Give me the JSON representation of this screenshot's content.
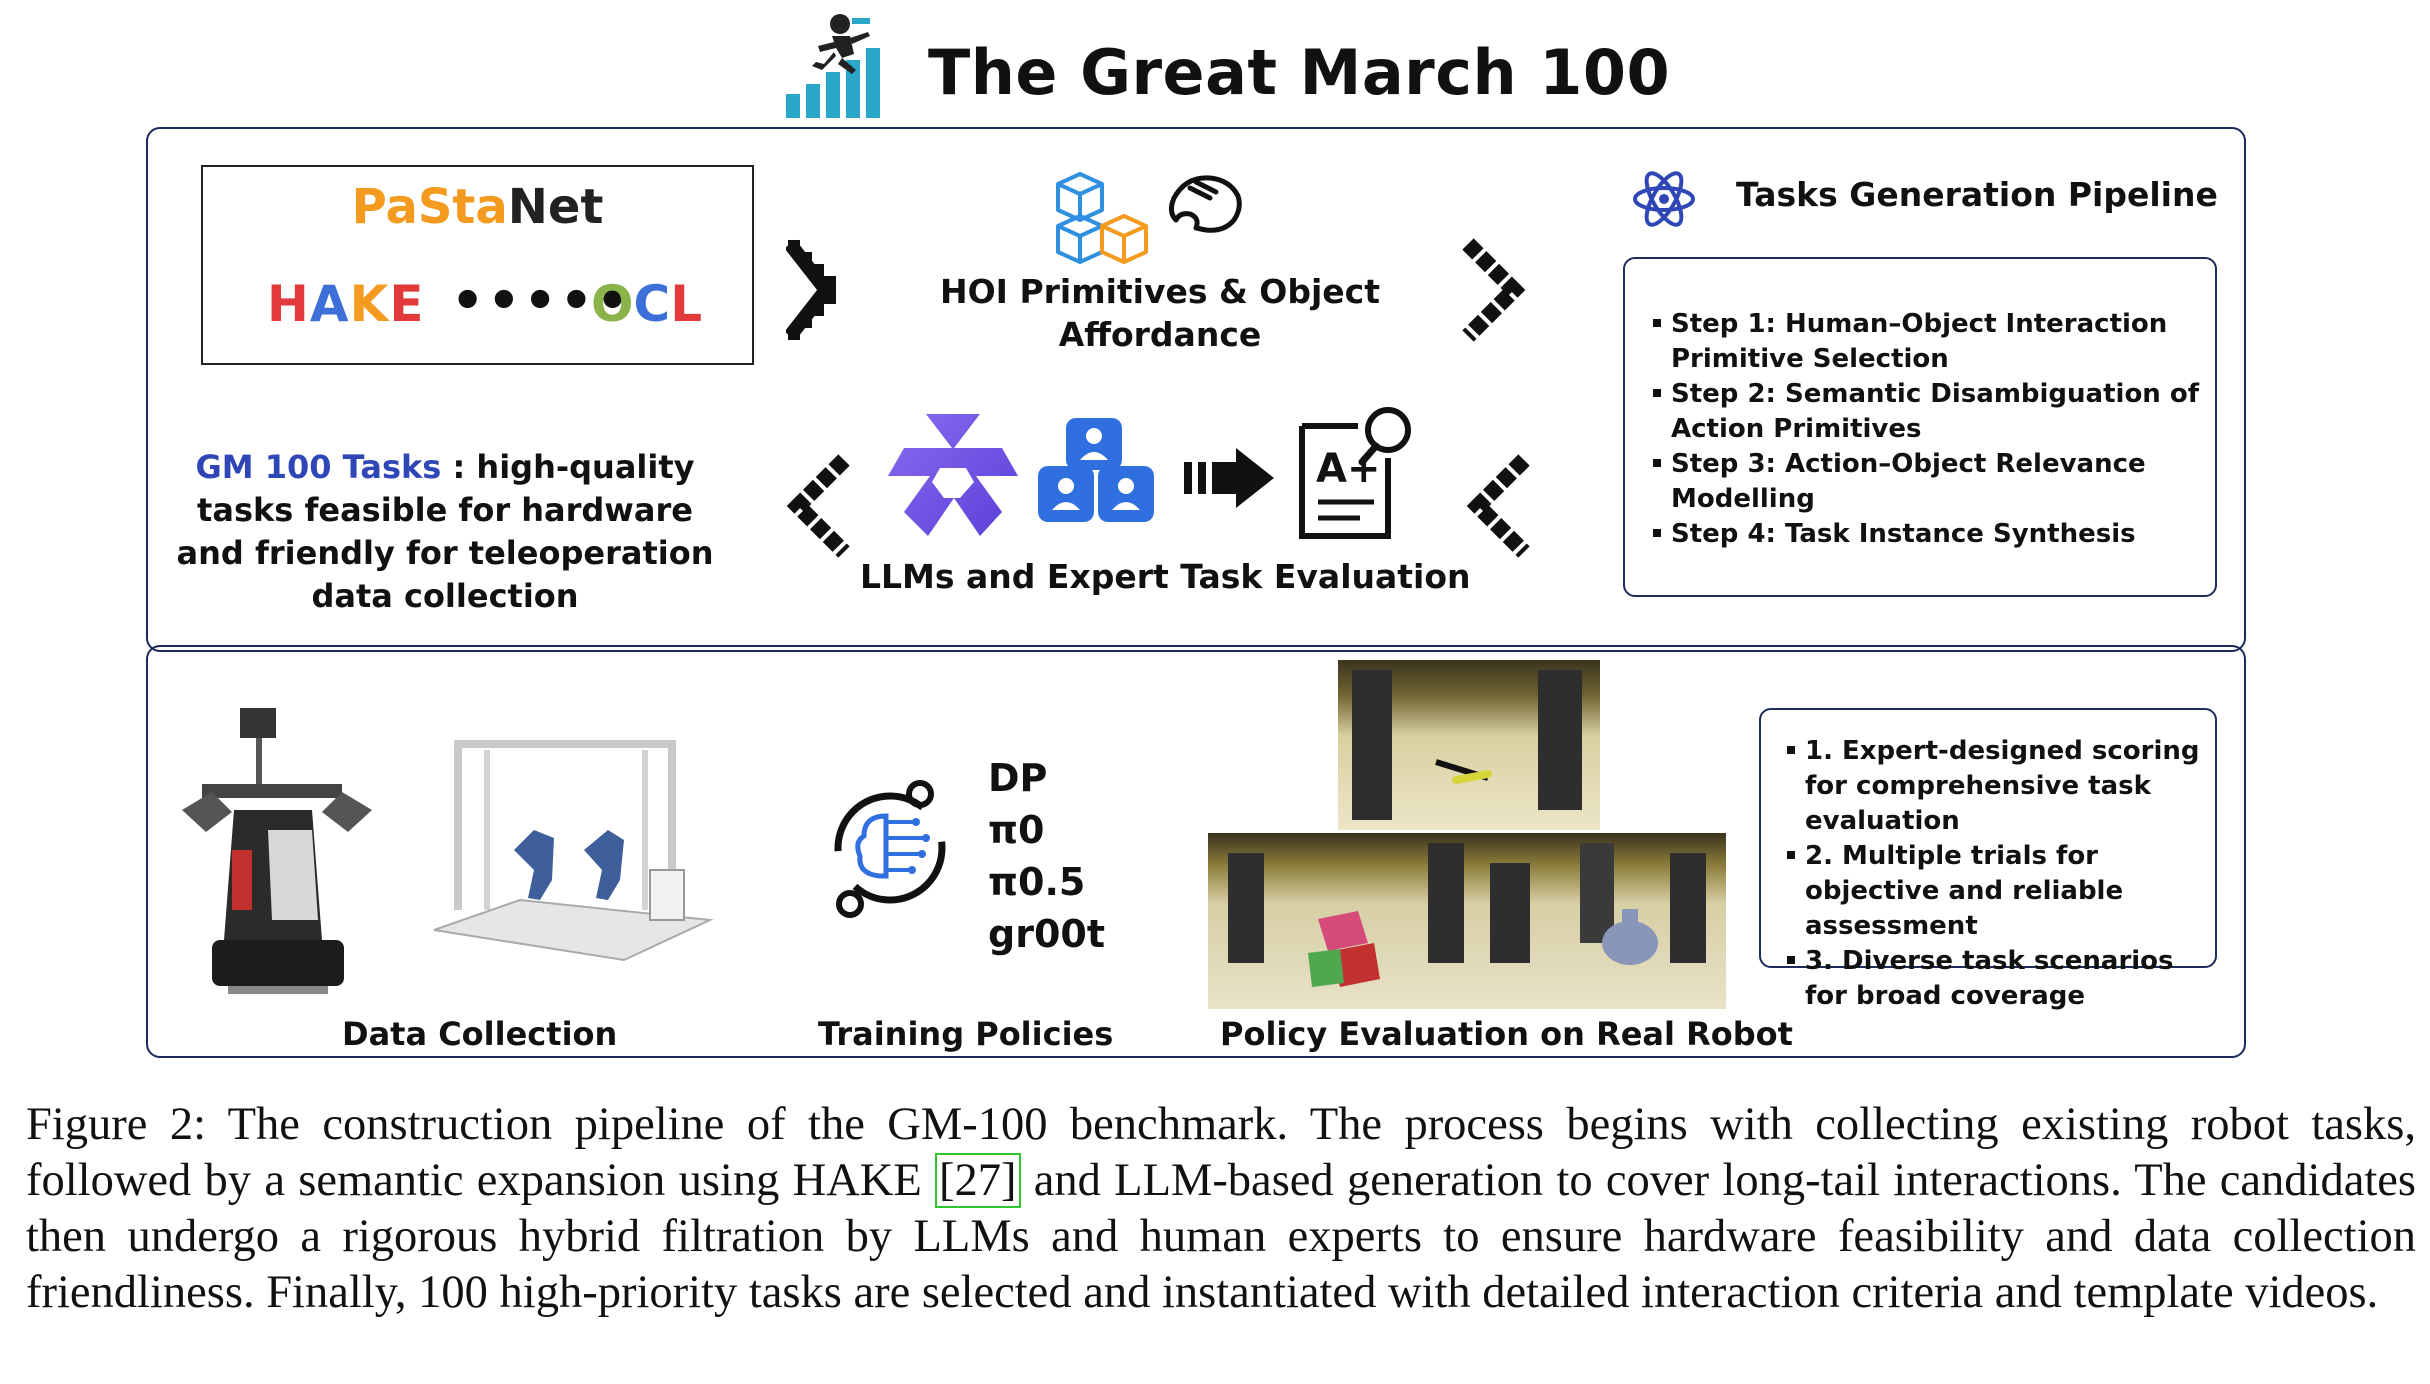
{
  "figure": {
    "title": "The Great March 100",
    "sources": {
      "pastanet_part1": "PaSta",
      "pastanet_part2": "Net",
      "hake_letters": [
        "H",
        "A",
        "K",
        "E"
      ],
      "dots": "•••••",
      "ocl_letters": [
        "O",
        "C",
        "L"
      ]
    },
    "hoi_label": "HOI Primitives & Object Affordance",
    "pipeline_title": "Tasks Generation Pipeline",
    "steps": [
      "Step 1: Human–Object Interaction Primitive Selection",
      "Step 2: Semantic Disambiguation of Action Primitives",
      "Step 3: Action–Object Relevance Modelling",
      "Step 4: Task Instance Synthesis"
    ],
    "gm_highlight": "GM 100 Tasks",
    "gm_text": " : high-quality tasks feasible for hardware and friendly for teleoperation data collection",
    "llm_label": "LLMs and Expert Task Evaluation",
    "grade_icon_text": "A+",
    "policies": [
      "DP",
      "π0",
      "π0.5",
      "gr00t"
    ],
    "evaluation_points": [
      "1. Expert-designed scoring for comprehensive task evaluation",
      "2. Multiple trials for objective and reliable assessment",
      "3. Diverse task scenarios for broad coverage"
    ],
    "bottom_labels": {
      "data": "Data Collection",
      "train": "Training Policies",
      "policy": "Policy Evaluation on Real Robot"
    },
    "colors": {
      "pastanet_orange": "#f39a1f",
      "gm_blue": "#2f47b6",
      "panel_border": "#1c2c5c",
      "citation_box": "#2ec72e"
    }
  },
  "caption": {
    "before_cite": "Figure 2: The construction pipeline of the GM-100 benchmark. The process begins with collecting existing robot tasks, followed by a semantic expansion using HAKE ",
    "cite": "[27]",
    "after_cite": " and LLM-based generation to cover long-tail interactions. The candidates then undergo a rigorous hybrid filtration by LLMs and human experts to ensure hardware feasibility and data collection friendliness. Finally, 100 high-priority tasks are selected and instantiated with detailed interaction criteria and template videos."
  }
}
